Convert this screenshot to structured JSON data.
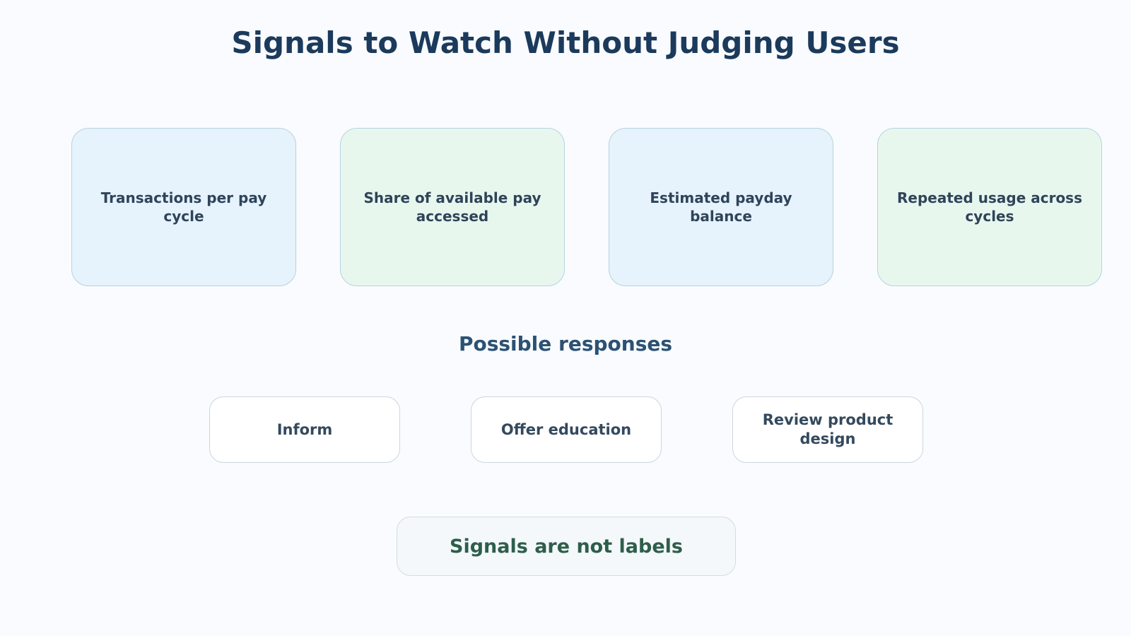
{
  "title": "Signals to Watch Without Judging Users",
  "signals": [
    {
      "label": "Transactions per pay cycle",
      "color": "#e6f2fc"
    },
    {
      "label": "Share of available pay accessed",
      "color": "#e8f7ee"
    },
    {
      "label": "Estimated payday balance",
      "color": "#e6f2fc"
    },
    {
      "label": "Repeated usage across cycles",
      "color": "#e8f7ee"
    }
  ],
  "responses": {
    "heading": "Possible responses",
    "items": [
      {
        "label": "Inform"
      },
      {
        "label": "Offer education"
      },
      {
        "label": "Review product design"
      }
    ]
  },
  "footer": {
    "label": "Signals are not labels"
  },
  "colors": {
    "title": "#1b3a5c",
    "subtitle": "#2c5173",
    "footer_text": "#2e5e4a",
    "card_border": "#b8d2de"
  }
}
